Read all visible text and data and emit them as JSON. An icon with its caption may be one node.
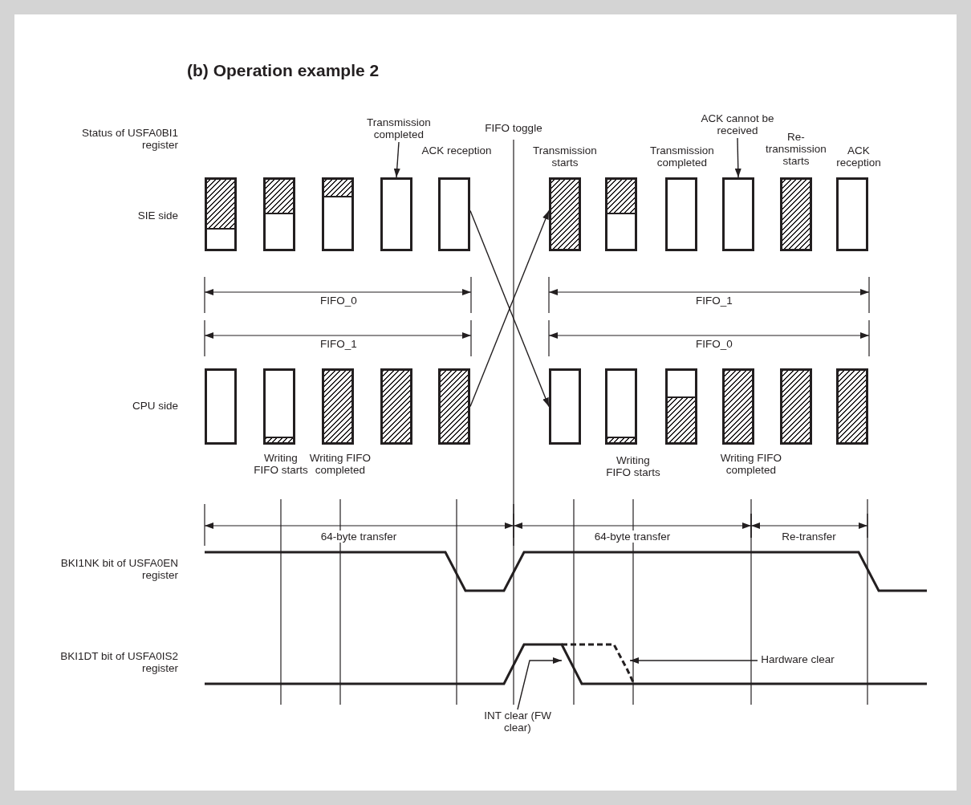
{
  "diagram": {
    "title": "(b) Operation example 2",
    "nodes": [
      {
        "text": [],
        "shape": "box"
      },
      {
        "text": [],
        "shape": "box"
      },
      {
        "text": [],
        "shape": "box"
      },
      {
        "text": [],
        "shape": "box"
      },
      {
        "text": [],
        "shape": "box"
      },
      {
        "text": [],
        "shape": "box"
      },
      {
        "text": [],
        "shape": "box"
      },
      {
        "text": [],
        "shape": "box"
      },
      {
        "text": [],
        "shape": "box"
      },
      {
        "text": [],
        "shape": "box"
      },
      {
        "text": [],
        "shape": "box"
      },
      {
        "text": [],
        "shape": "box"
      },
      {
        "text": [],
        "shape": "box"
      },
      {
        "text": [],
        "shape": "box"
      },
      {
        "text": [],
        "shape": "box"
      },
      {
        "text": [],
        "shape": "box"
      },
      {
        "text": [],
        "shape": "box"
      },
      {
        "text": [],
        "shape": "box"
      },
      {
        "text": [],
        "shape": "box"
      },
      {
        "text": [],
        "shape": "box"
      },
      {
        "text": [],
        "shape": "box"
      },
      {
        "text": [],
        "shape": "box"
      },
      {
        "text": [
          "Transmission completed"
        ]
      },
      {
        "text": [
          "ACK cannot be received"
        ]
      },
      {
        "text": [
          "Hardware clear"
        ]
      },
      {
        "text": [
          "INT clear (FW clear)"
        ]
      }
    ],
    "edges": [
      {
        "from": 4,
        "to": 16,
        "arrow": "to"
      },
      {
        "from": 15,
        "to": 5,
        "arrow": "to"
      },
      {
        "from": 22,
        "to": 3,
        "arrow": "to"
      },
      {
        "from": 23,
        "to": 8,
        "arrow": "to"
      },
      {
        "from": 24,
        "to": null,
        "arrow": "to"
      },
      {
        "from": 25,
        "to": null,
        "arrow": "to"
      }
    ],
    "labels": [
      "Status of USFA0BI1 register",
      "SIE side",
      "FIFO toggle",
      "ACK reception",
      "Transmission starts",
      "Transmission completed",
      "Re-transmission starts",
      "ACK reception",
      "FIFO_0",
      "FIFO_1",
      "FIFO_1",
      "FIFO_0",
      "CPU side",
      "Writing FIFO starts",
      "Writing FIFO completed",
      "Writing FIFO starts",
      "Writing FIFO completed",
      "64-byte transfer",
      "64-byte transfer",
      "Re-transfer",
      "BKI1NK bit of USFA0EN register",
      "BKI1DT bit of USFA0IS2 register"
    ]
  }
}
